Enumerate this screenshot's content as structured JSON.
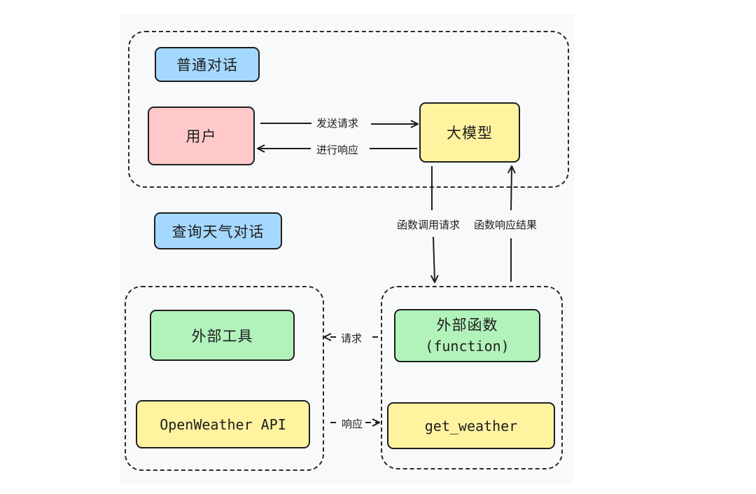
{
  "groups": {
    "normal_chat": "普通对话",
    "weather_chat": "查询天气对话"
  },
  "nodes": {
    "user": "用户",
    "llm": "大模型",
    "external_tool": "外部工具",
    "openweather": "OpenWeather API",
    "external_function_line1": "外部函数",
    "external_function_line2": "(function)",
    "get_weather": "get_weather"
  },
  "edges": {
    "send_request": "发送请求",
    "respond": "进行响应",
    "function_call_request": "函数调用请求",
    "function_response_result": "函数响应结果",
    "request": "请求",
    "response": "响应"
  },
  "colors": {
    "tag_blue": "#a5d8ff",
    "user_pink": "#ffc9c9",
    "llm_yellow": "#fff3a0",
    "tool_green": "#b2f2bb"
  }
}
